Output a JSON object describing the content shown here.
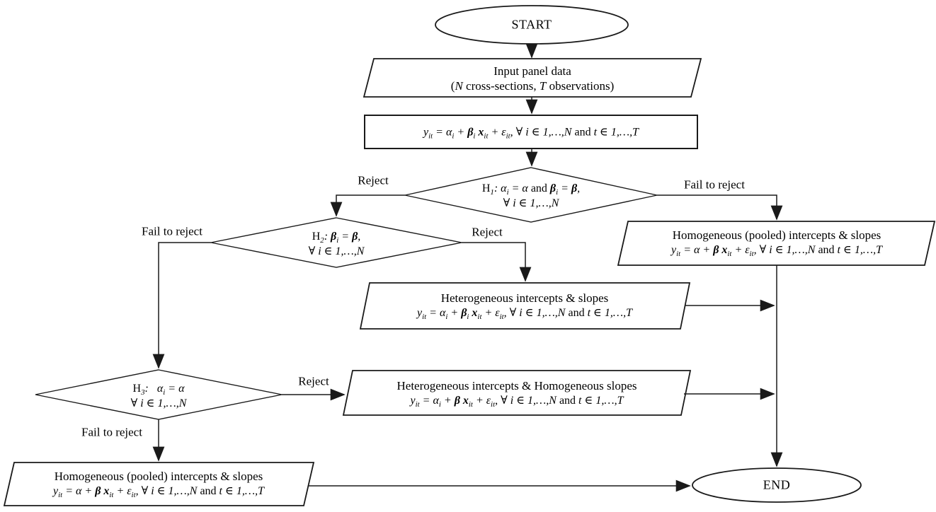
{
  "nodes": {
    "start": {
      "label": "START"
    },
    "input": {
      "line1": "Input panel data",
      "line2": "(*N* cross-sections, *T* observations)"
    },
    "model": {
      "equation": "y_{it} = α_{i} + **β**_{i} **x**_{it} + ε_{it}, ∀ i ∈ 1,…,N !{and} t ∈ 1,…,T"
    },
    "h1": {
      "line1": "!{H}_{1}: α_{i} = α !{and} **β**_{i} = **β**,",
      "line2": "∀ i ∈ 1,…,N"
    },
    "h2": {
      "line1": "!{H}_{2}: **β**_{i} = **β**,",
      "line2": "∀ i ∈ 1,…,N"
    },
    "h3": {
      "line1": "!{H}_{3}:  α_{i} = α",
      "line2": "∀ i ∈ 1,…,N"
    },
    "pooled_right": {
      "title": "Homogeneous (pooled) intercepts & slopes",
      "equation": "y_{it} = α + **β** **x**_{it} + ε_{it}, ∀ i ∈ 1,…,N !{and} t ∈ 1,…,T"
    },
    "heterogeneous": {
      "title": "Heterogeneous intercepts & slopes",
      "equation": "y_{it} = α_{i} + **β**_{i} **x**_{it} + ε_{it}, ∀ i ∈ 1,…,N !{and} t ∈ 1,…,T"
    },
    "het_hom": {
      "title": "Heterogeneous intercepts & Homogeneous slopes",
      "equation": "y_{it} = α_{i} + **β** **x**_{it} + ε_{it}, ∀ i ∈ 1,…,N !{and} t ∈ 1,…,T"
    },
    "pooled_bottom": {
      "title": "Homogeneous (pooled) intercepts & slopes",
      "equation": "y_{it} = α + **β** **x**_{it} + ε_{it}, ∀ i ∈ 1,…,N !{and} t ∈ 1,…,T"
    },
    "end": {
      "label": "END"
    }
  },
  "edge_labels": {
    "h1_left": "Reject",
    "h1_right": "Fail to reject",
    "h2_left": "Fail to reject",
    "h2_right": "Reject",
    "h3_right": "Reject",
    "h3_down": "Fail to reject"
  },
  "colors": {
    "line": "#1a1a1a",
    "text": "#000000",
    "background": "#ffffff"
  }
}
